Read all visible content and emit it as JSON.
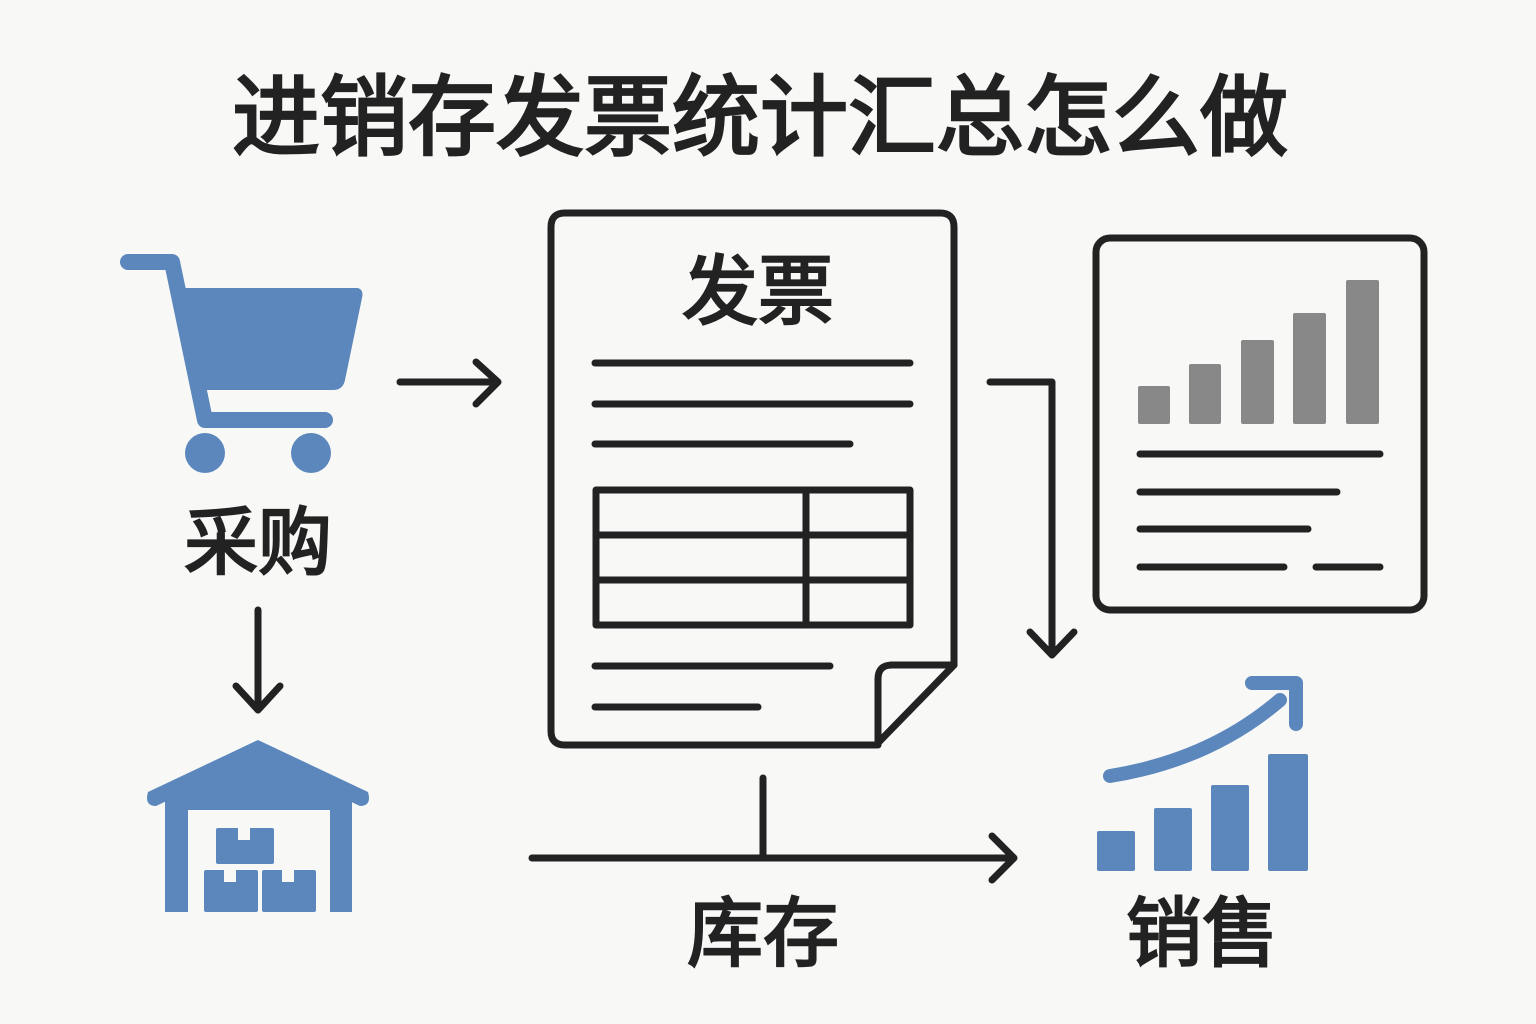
{
  "title": "进销存发票统计汇总怎么做",
  "labels": {
    "purchase": "采购",
    "invoice": "发票",
    "inventory": "库存",
    "sales": "销售"
  },
  "icons": [
    "shopping-cart-icon",
    "warehouse-icon",
    "invoice-document-icon",
    "report-chart-icon",
    "sales-growth-icon"
  ],
  "colors": {
    "accent": "#5b87bd",
    "ink": "#222222",
    "grey_bars": "#888888",
    "background": "#f8f8f6"
  }
}
